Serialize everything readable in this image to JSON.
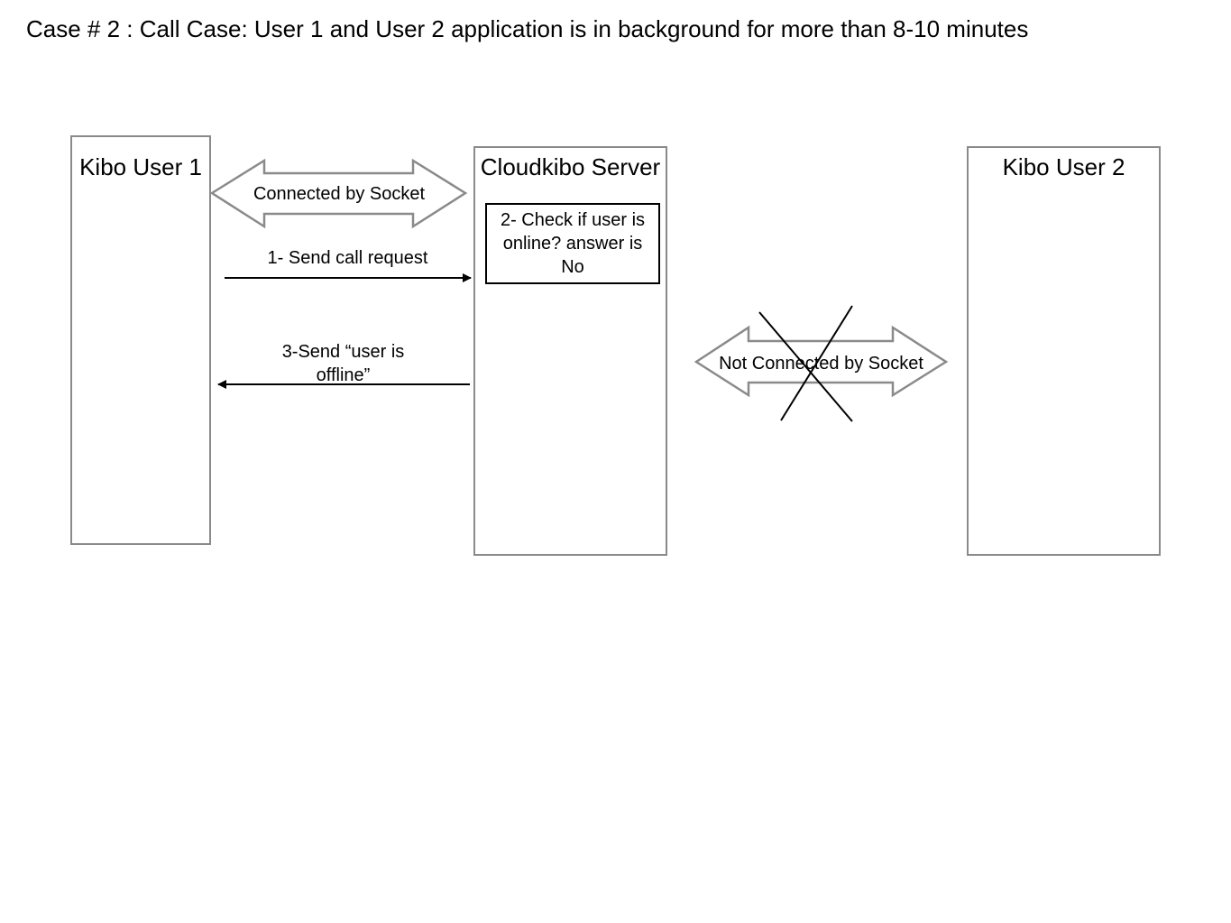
{
  "title": "Case # 2 : Call Case: User 1 and User 2 application is in background for more than 8-10 minutes",
  "nodes": {
    "user1": "Kibo User 1",
    "server": "Cloudkibo Server",
    "user2": "Kibo User 2"
  },
  "connections": {
    "user1_server": "Connected by Socket",
    "server_user2": "Not Connected by Socket"
  },
  "steps": {
    "step1": "1- Send call request",
    "step2": "2- Check if user is online? answer is No",
    "step3_line1": "3-Send “user is",
    "step3_line2": "offline”"
  },
  "colors": {
    "box_border": "#8a8a8a",
    "arrow": "#000000"
  }
}
